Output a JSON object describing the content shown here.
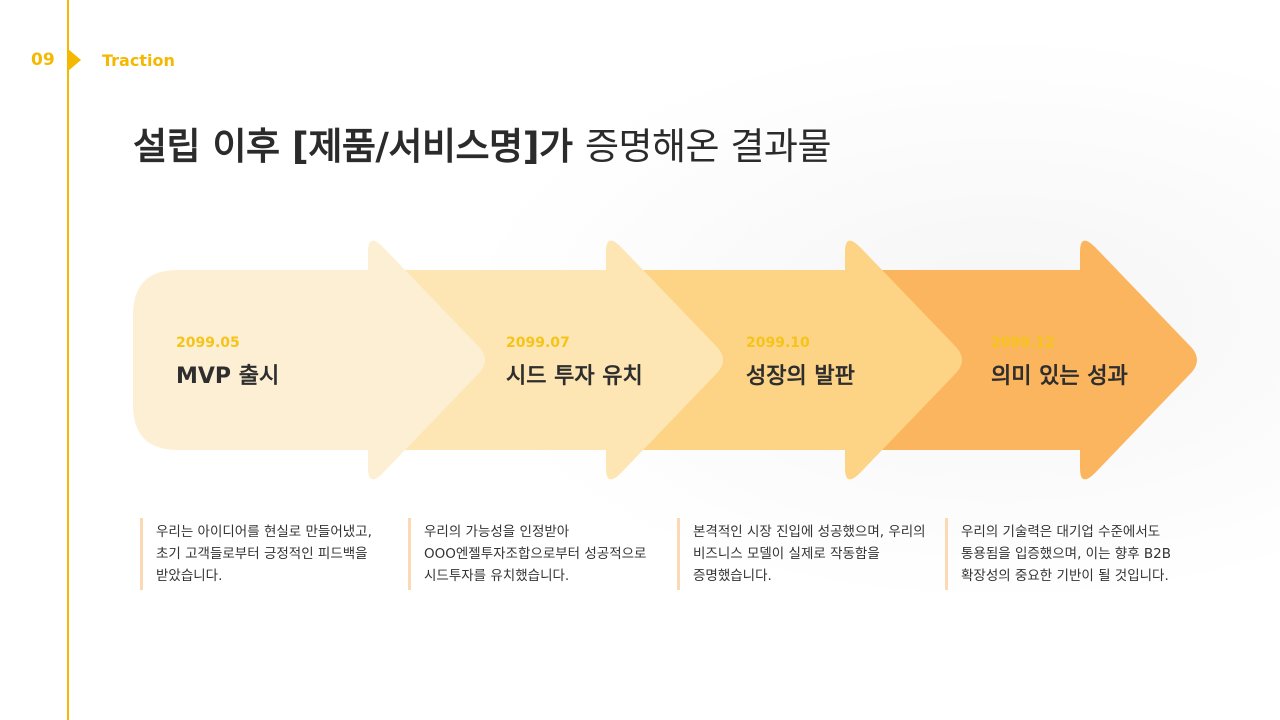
{
  "header": {
    "page_number": "09",
    "section_label": "Traction"
  },
  "title": {
    "bold_part": "설립 이후 [제품/서비스명]가",
    "light_part": "증명해온 결과물"
  },
  "colors": {
    "accent": "#f5b800",
    "stage_1": "#fdefd3",
    "stage_2": "#fde6b4",
    "stage_3": "#fdd486",
    "stage_4": "#fcb55f",
    "date_text": "#f6c418",
    "description_border": "#fbd9b4"
  },
  "stages": [
    {
      "date": "2099.05",
      "name": "MVP 출시",
      "description": "우리는 아이디어를 현실로 만들어냈고, 초기 고객들로부터 긍정적인 피드백을 받았습니다."
    },
    {
      "date": "2099.07",
      "name": "시드 투자 유치",
      "description": "우리의 가능성을 인정받아 OOO엔젤투자조합으로부터 성공적으로 시드투자를 유치했습니다."
    },
    {
      "date": "2099.10",
      "name": "성장의 발판",
      "description": "본격적인 시장 진입에 성공했으며, 우리의 비즈니스 모델이 실제로 작동함을 증명했습니다."
    },
    {
      "date": "2099.12",
      "name": "의미 있는 성과",
      "description": "우리의 기술력은 대기업 수준에서도 통용됨을 입증했으며, 이는 향후 B2B 확장성의 중요한 기반이 될 것입니다."
    }
  ]
}
